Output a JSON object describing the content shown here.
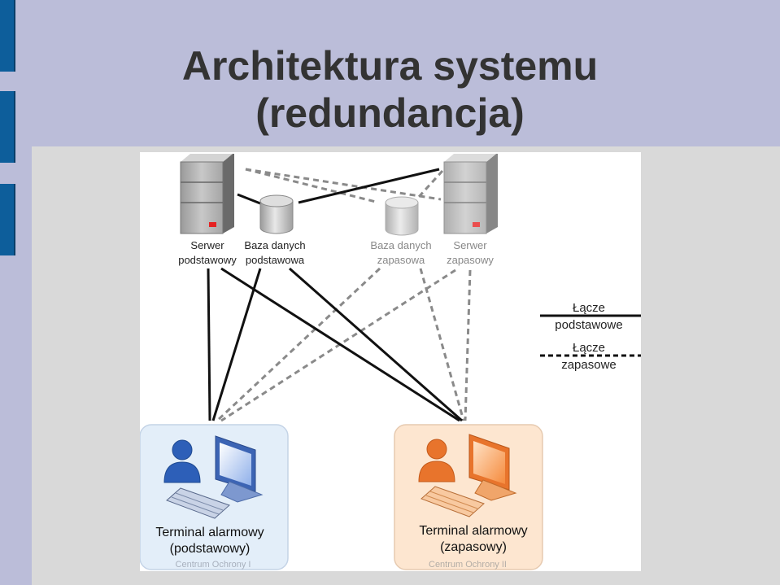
{
  "title": {
    "line1": "Architektura systemu",
    "line2": "(redundancja)"
  },
  "nodes": {
    "server_primary": {
      "line1": "Serwer",
      "line2": "podstawowy"
    },
    "db_primary": {
      "line1": "Baza danych",
      "line2": "podstawowa"
    },
    "db_backup": {
      "line1": "Baza danych",
      "line2": "zapasowa"
    },
    "server_backup": {
      "line1": "Serwer",
      "line2": "zapasowy"
    }
  },
  "legend": {
    "primary": {
      "line1": "Łącze",
      "line2": "podstawowe"
    },
    "backup": {
      "line1": "Łącze",
      "line2": "zapasowe"
    }
  },
  "terminals": {
    "primary": {
      "line1": "Terminal alarmowy",
      "line2": "(podstawowy)",
      "center": "Centrum Ochrony I"
    },
    "backup": {
      "line1": "Terminal alarmowy",
      "line2": "(zapasowy)",
      "center": "Centrum Ochrony II"
    }
  },
  "colors": {
    "primary_terminal_bg": "#e3eef9",
    "backup_terminal_bg": "#fde6d0",
    "primary_user": "#2d5fb8",
    "backup_user": "#e8742c",
    "slide_bg": "#bbbdd9",
    "accent": "#0d5e9b"
  }
}
